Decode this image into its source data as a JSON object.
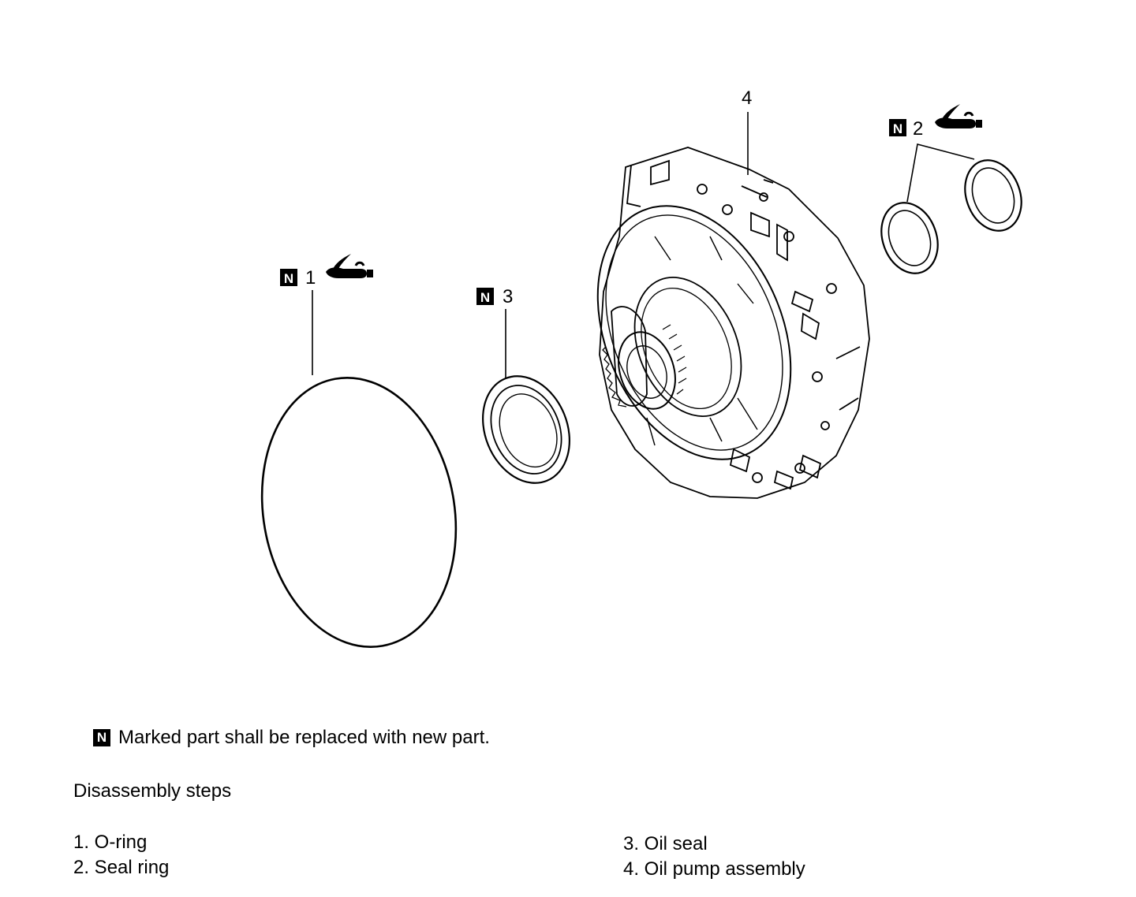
{
  "callouts": {
    "c1": {
      "marker": "N",
      "number": "1"
    },
    "c2": {
      "marker": "N",
      "number": "2"
    },
    "c3": {
      "marker": "N",
      "number": "3"
    },
    "c4": {
      "number": "4"
    }
  },
  "legend": {
    "marker": "N",
    "text": "Marked part shall be replaced with new part."
  },
  "steps": {
    "heading": "Disassembly steps",
    "items": [
      "1. O-ring",
      "2. Seal ring",
      "3. Oil seal",
      "4. Oil pump assembly"
    ]
  },
  "icons": {
    "lubricant": "oil-can-icon"
  },
  "colors": {
    "ink": "#000000",
    "paper": "#ffffff"
  }
}
